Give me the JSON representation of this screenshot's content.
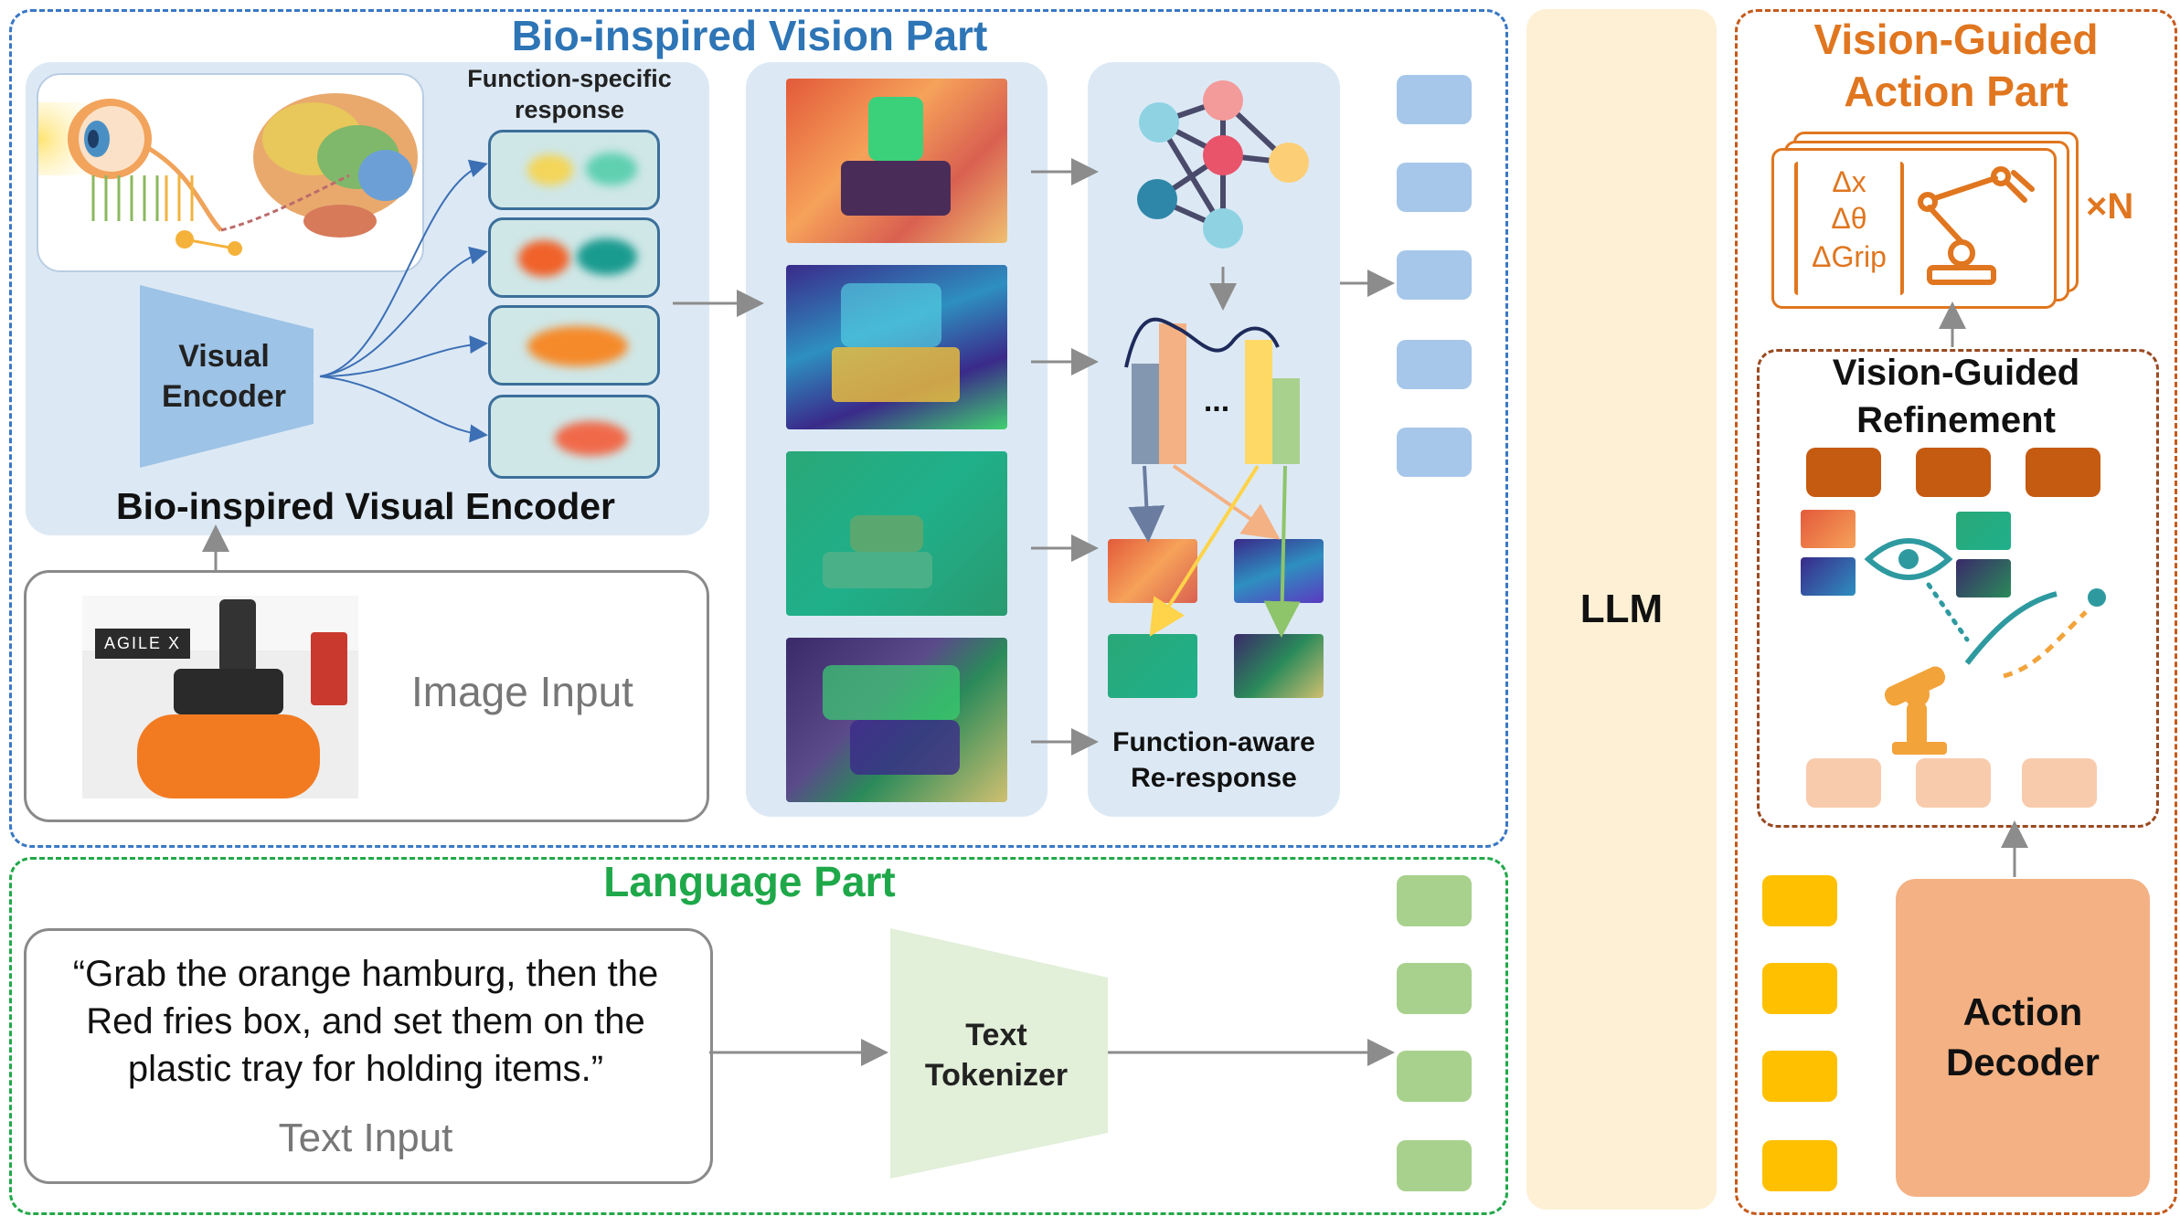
{
  "vision": {
    "title": "Bio-inspired Vision Part",
    "response_label": "Function-specific response",
    "encoder_label": "Visual Encoder",
    "bio_encoder_label": "Bio-inspired Visual Encoder",
    "image_input_label": "Image Input",
    "robot_brand": "AGILE X",
    "reresponse_label": "Function-aware Re-response",
    "ellipsis": "..."
  },
  "language": {
    "title": "Language Part",
    "prompt_text": "“Grab the orange hamburg, then the Red fries box, and set them on the plastic tray for holding items.”",
    "text_input_label": "Text Input",
    "tokenizer_label": "Text Tokenizer"
  },
  "llm": {
    "label": "LLM"
  },
  "action": {
    "title": "Vision-Guided Action Part",
    "delta_x": "Δx",
    "delta_theta": "Δθ",
    "delta_grip": "ΔGrip",
    "times_n": "×N",
    "refinement_label": "Vision-Guided Refinement",
    "decoder_label": "Action Decoder"
  },
  "colors": {
    "blue_title": "#2e75b6",
    "green_title": "#1fa84a",
    "orange_title": "#c55a11",
    "llm_bg": "#fdf0d5",
    "decoder_bg": "#f4b183"
  }
}
